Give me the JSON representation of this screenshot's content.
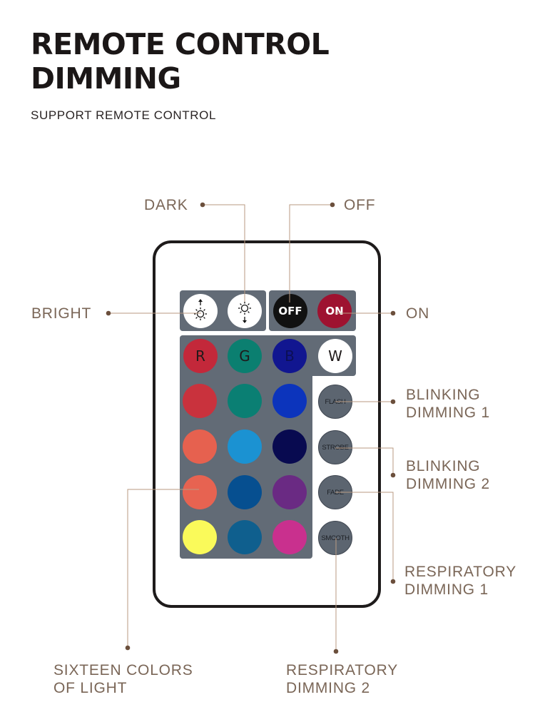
{
  "header": {
    "title_line1": "REMOTE CONTROL",
    "title_line2": "DIMMING",
    "subtitle": "SUPPORT REMOTE CONTROL"
  },
  "remote": {
    "brightness_buttons": [
      {
        "name": "bright-up",
        "icon": "sun-arrow-up-icon"
      },
      {
        "name": "bright-down",
        "icon": "sun-arrow-down-icon"
      }
    ],
    "power_buttons": [
      {
        "label": "OFF",
        "color": "#111111"
      },
      {
        "label": "ON",
        "color": "#9e1230"
      }
    ],
    "rgbw_buttons": [
      {
        "label": "R",
        "color": "#c3283a",
        "text_color": "#1f1a1a"
      },
      {
        "label": "G",
        "color": "#0b7f70",
        "text_color": "#1f1a1a"
      },
      {
        "label": "B",
        "color": "#111690",
        "text_color": "#0c0f55"
      },
      {
        "label": "W",
        "color": "#ffffff",
        "text_color": "#1f1a1a"
      }
    ],
    "color_grid": [
      [
        "#c9323d",
        "#0a7f73",
        "#0c34bc"
      ],
      [
        "#e6614f",
        "#1b92d2",
        "#080a50"
      ],
      [
        "#e76351",
        "#064f90",
        "#6a2a83"
      ],
      [
        "#fafa5a",
        "#0f5f8e",
        "#c9308e"
      ]
    ],
    "mode_buttons": [
      "FLASH",
      "STROBE",
      "FADE",
      "SMCOTH"
    ]
  },
  "callouts": {
    "dark": "DARK",
    "off": "OFF",
    "bright": "BRIGHT",
    "on": "ON",
    "blinking1_line1": "BLINKING",
    "blinking1_line2": "DIMMING 1",
    "blinking2_line1": "BLINKING",
    "blinking2_line2": "DIMMING 2",
    "resp1_line1": "RESPIRATORY",
    "resp1_line2": "DIMMING 1",
    "sixteen_line1": "SIXTEEN COLORS",
    "sixteen_line2": "OF LIGHT",
    "resp2_line1": "RESPIRATORY",
    "resp2_line2": "DIMMING 2"
  },
  "colors": {
    "accent_line": "#b99a82",
    "dot": "#6b4f3c",
    "label_text": "#7a6657",
    "panel": "#626b76"
  }
}
